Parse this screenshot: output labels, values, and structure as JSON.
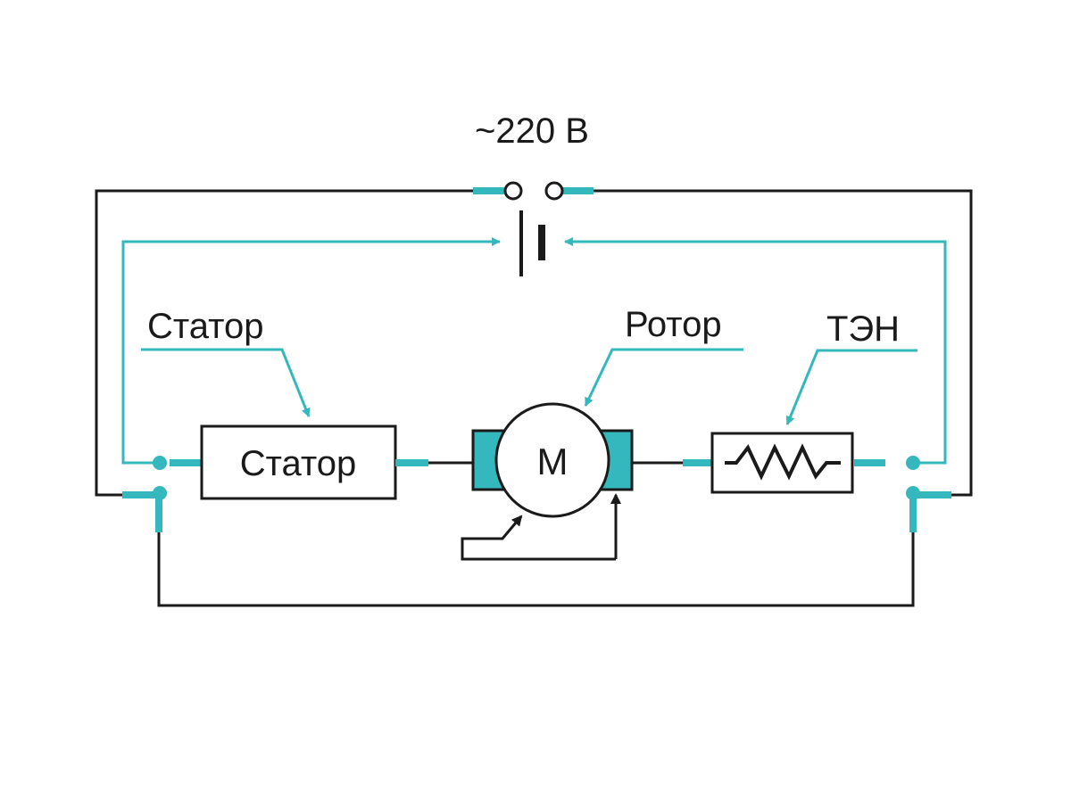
{
  "supply": {
    "label": "~220 В"
  },
  "labels": {
    "stator_caption": "Статор",
    "rotor_caption": "Ротор",
    "heater_caption": "ТЭН"
  },
  "components": {
    "stator_box": "Статор",
    "motor": "M"
  },
  "colors": {
    "accent": "#35b8bd",
    "line": "#1a1a1a",
    "background": "#ffffff"
  }
}
